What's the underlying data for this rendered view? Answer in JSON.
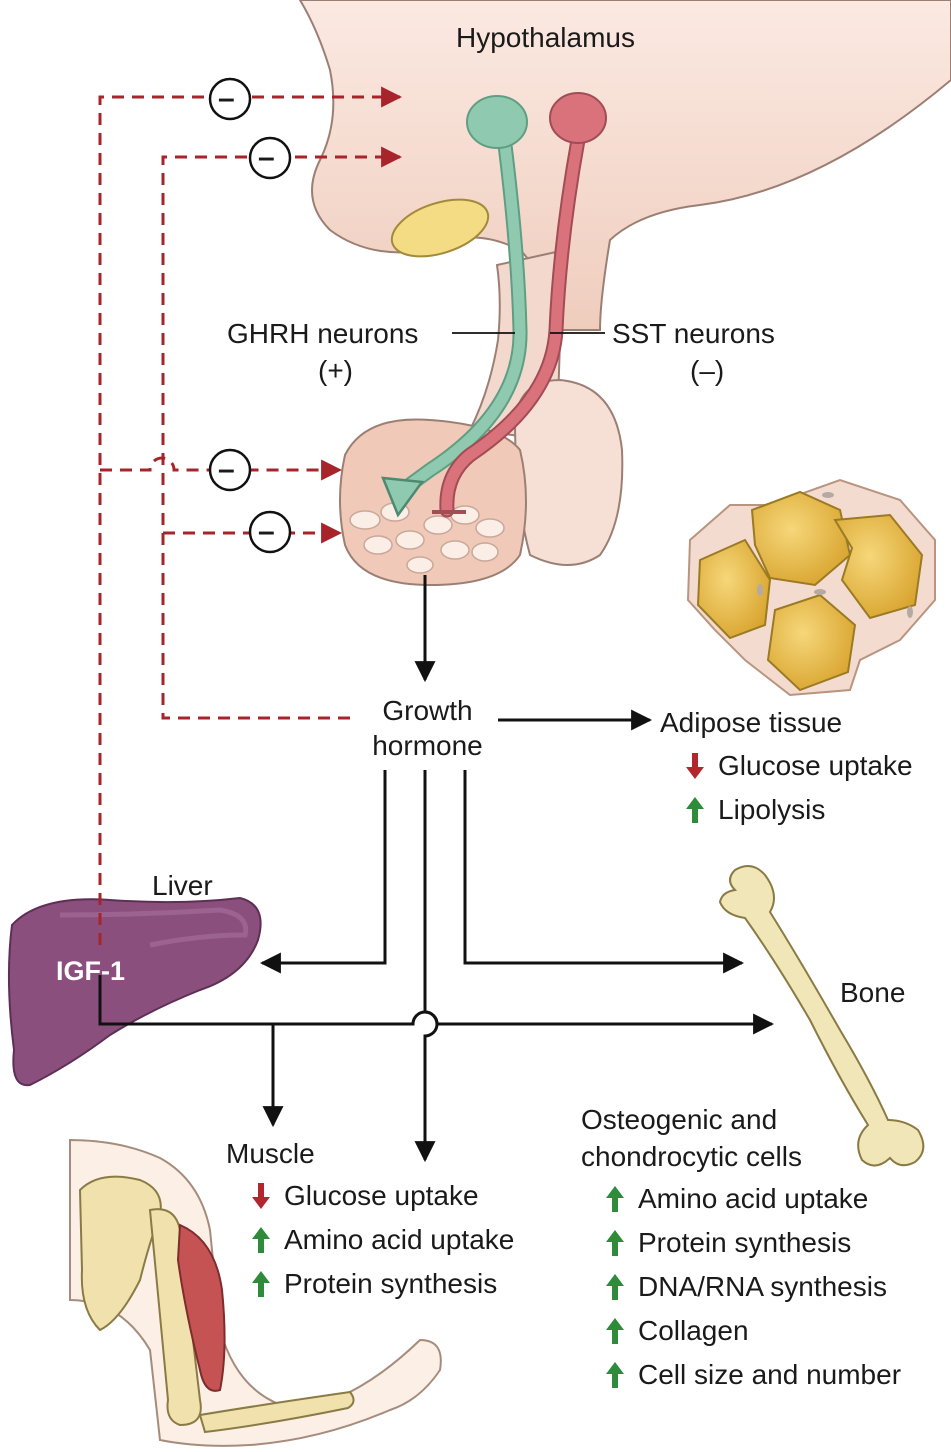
{
  "labels": {
    "hypothalamus": "Hypothalamus",
    "ghrh_neurons": "GHRH neurons",
    "ghrh_sign": "(+)",
    "sst_neurons": "SST neurons",
    "sst_sign": "(–)",
    "growth_hormone_line1": "Growth",
    "growth_hormone_line2": "hormone",
    "adipose_tissue": "Adipose tissue",
    "liver": "Liver",
    "igf1": "IGF-1",
    "bone": "Bone",
    "muscle": "Muscle",
    "osteo_line1": "Osteogenic and",
    "osteo_line2": "chondrocytic cells"
  },
  "inhibition_symbol": "–",
  "effects": {
    "adipose": [
      {
        "text": "Glucose uptake",
        "direction": "down"
      },
      {
        "text": "Lipolysis",
        "direction": "up"
      }
    ],
    "muscle": [
      {
        "text": "Glucose uptake",
        "direction": "down"
      },
      {
        "text": "Amino acid uptake",
        "direction": "up"
      },
      {
        "text": "Protein synthesis",
        "direction": "up"
      }
    ],
    "bone_cells": [
      {
        "text": "Amino acid uptake",
        "direction": "up"
      },
      {
        "text": "Protein synthesis",
        "direction": "up"
      },
      {
        "text": "DNA/RNA synthesis",
        "direction": "up"
      },
      {
        "text": "Collagen",
        "direction": "up"
      },
      {
        "text": "Cell size and number",
        "direction": "up"
      }
    ]
  },
  "colors": {
    "feedback_dashed": "#a8242b",
    "up_arrow": "#2e8b3a",
    "down_arrow": "#b3262d",
    "ghrh_neuron": "#8fcab0",
    "sst_neuron": "#d9727a",
    "liver": "#8a4f7d",
    "fat_cell": "#e8b84a",
    "bone": "#f1e6b8",
    "pituitary": "#f0c9b8"
  }
}
